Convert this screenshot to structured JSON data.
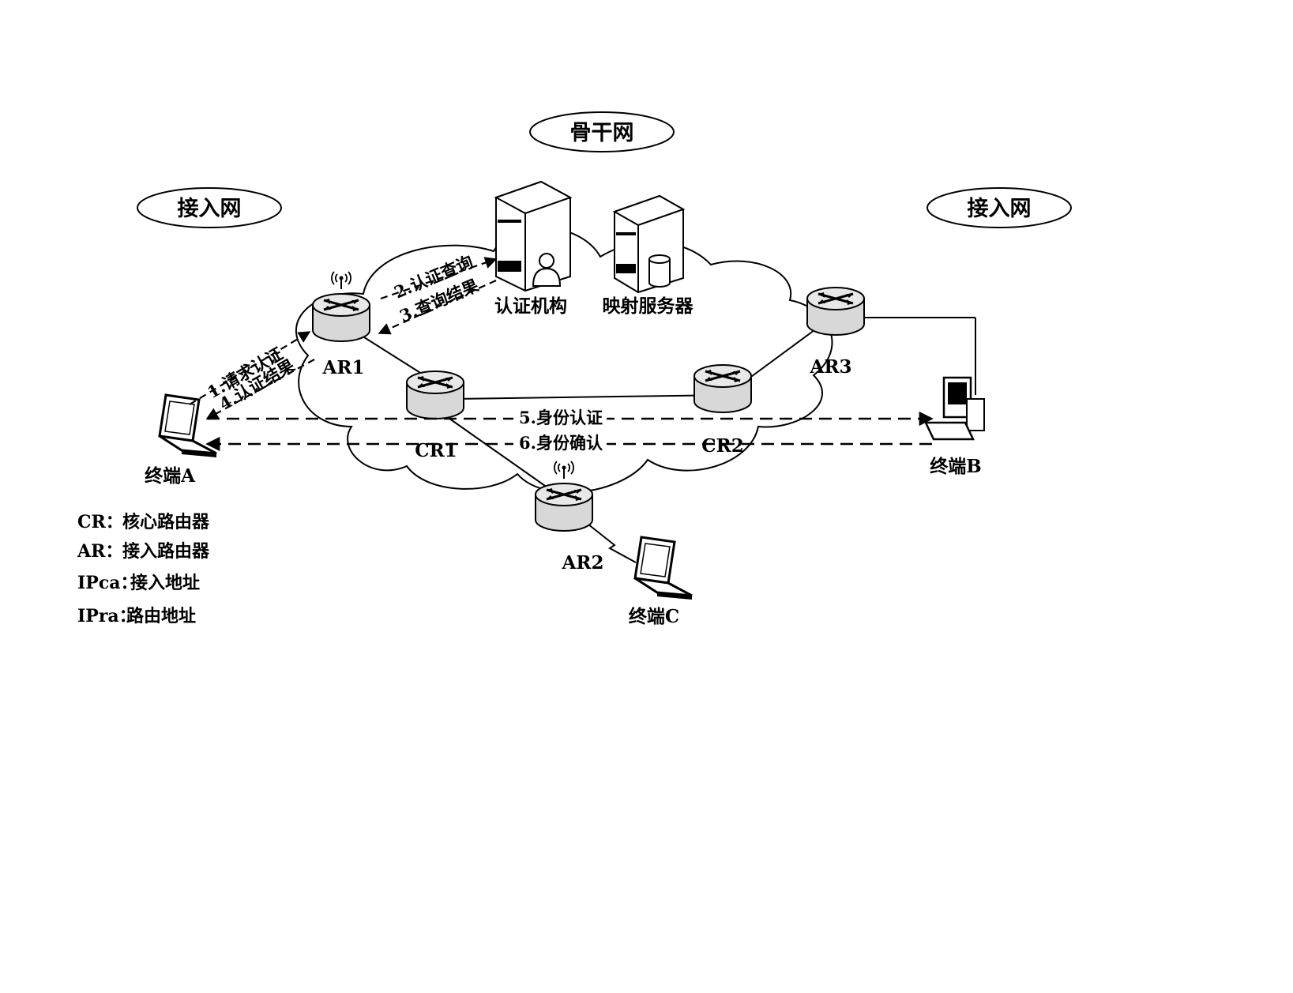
{
  "networks": {
    "backbone": "骨干网",
    "access_left": "接入网",
    "access_right": "接入网"
  },
  "servers": {
    "auth": "认证机构",
    "mapping": "映射服务器"
  },
  "routers": {
    "ar1": "AR1",
    "ar2": "AR2",
    "ar3": "AR3",
    "cr1": "CR1",
    "cr2": "CR2"
  },
  "terminals": {
    "a": "终端A",
    "b": "终端B",
    "c": "终端C"
  },
  "steps": {
    "s1": "1.请求认证",
    "s2": "2.认证查询",
    "s3": "3.查询结果",
    "s4": "4.认证结果",
    "s5": "5.身份认证",
    "s6": "6.身份确认"
  },
  "legend": [
    {
      "term": "CR：",
      "desc": "核心路由器"
    },
    {
      "term": "AR：",
      "desc": "接入路由器"
    },
    {
      "term": "IPca：",
      "desc": "接入地址"
    },
    {
      "term": "IPra：",
      "desc": "路由地址"
    }
  ],
  "colors": {
    "line": "#000000",
    "router_fill": "#d8d8d8",
    "background": "#ffffff"
  },
  "icons": [
    "router-icon",
    "server-icon",
    "laptop-icon",
    "desktop-icon",
    "antenna-icon",
    "user-icon",
    "database-icon"
  ]
}
